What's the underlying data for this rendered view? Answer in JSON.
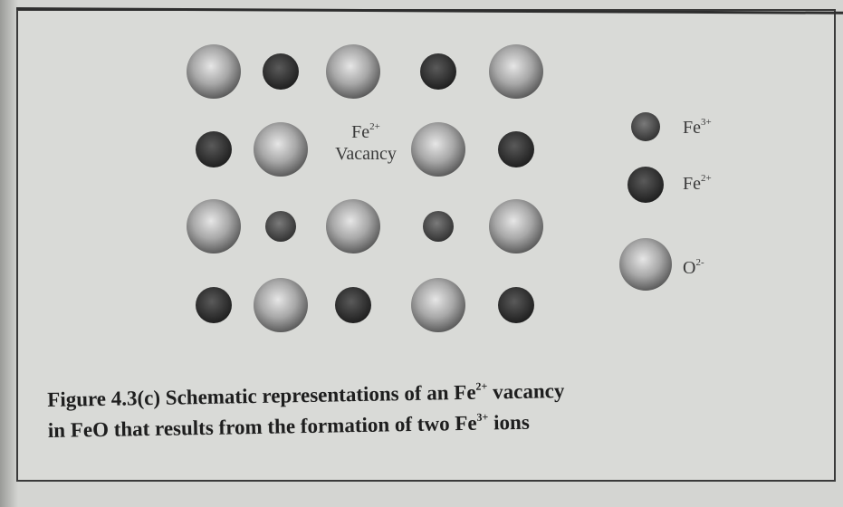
{
  "diagram": {
    "vacancy_label": {
      "ion": "Fe",
      "charge": "2+",
      "word": "Vacancy"
    },
    "legend": [
      {
        "ion": "Fe",
        "charge": "3+",
        "kind": "fe3"
      },
      {
        "ion": "Fe",
        "charge": "2+",
        "kind": "fe2"
      },
      {
        "ion": "O",
        "charge": "2-",
        "kind": "o2"
      }
    ],
    "lattice": [
      [
        "o2",
        "fe2",
        "o2",
        "fe2",
        "o2"
      ],
      [
        "fe2",
        "o2",
        "vacancy",
        "o2",
        "fe2"
      ],
      [
        "o2",
        "fe3",
        "o2",
        "fe3",
        "o2"
      ],
      [
        "fe2",
        "o2",
        "fe2",
        "o2",
        "fe2"
      ]
    ],
    "colors": {
      "o2_light": "#c9c9c9",
      "o2_dark": "#6a6a6a",
      "fe2": "#2e2e2e",
      "fe3": "#4a4a4a"
    }
  },
  "caption": {
    "line1_a": "Figure 4.3(c) Schematic representations of an Fe",
    "line1_sup": "2+",
    "line1_b": " vacancy",
    "line2_a": "in FeO that results from the formation of two Fe",
    "line2_sup": "3+",
    "line2_b": " ions"
  }
}
